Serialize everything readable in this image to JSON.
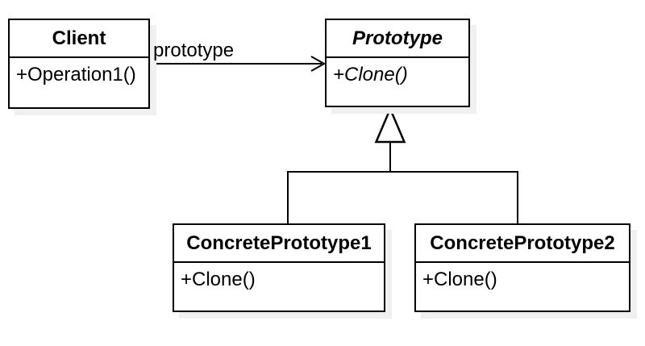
{
  "diagram": {
    "classes": {
      "client": {
        "name": "Client",
        "methods": [
          "+Operation1()"
        ]
      },
      "prototype": {
        "name": "Prototype",
        "methods": [
          "+Clone()"
        ]
      },
      "concrete1": {
        "name": "ConcretePrototype1",
        "methods": [
          "+Clone()"
        ]
      },
      "concrete2": {
        "name": "ConcretePrototype2",
        "methods": [
          "+Clone()"
        ]
      }
    },
    "association": {
      "label": "prototype"
    },
    "colors": {
      "line": "#000000",
      "box_border": "#000000",
      "box_fill": "#ffffff",
      "shadow": "#f0f0f0",
      "text": "#000000",
      "background": "#ffffff"
    }
  }
}
